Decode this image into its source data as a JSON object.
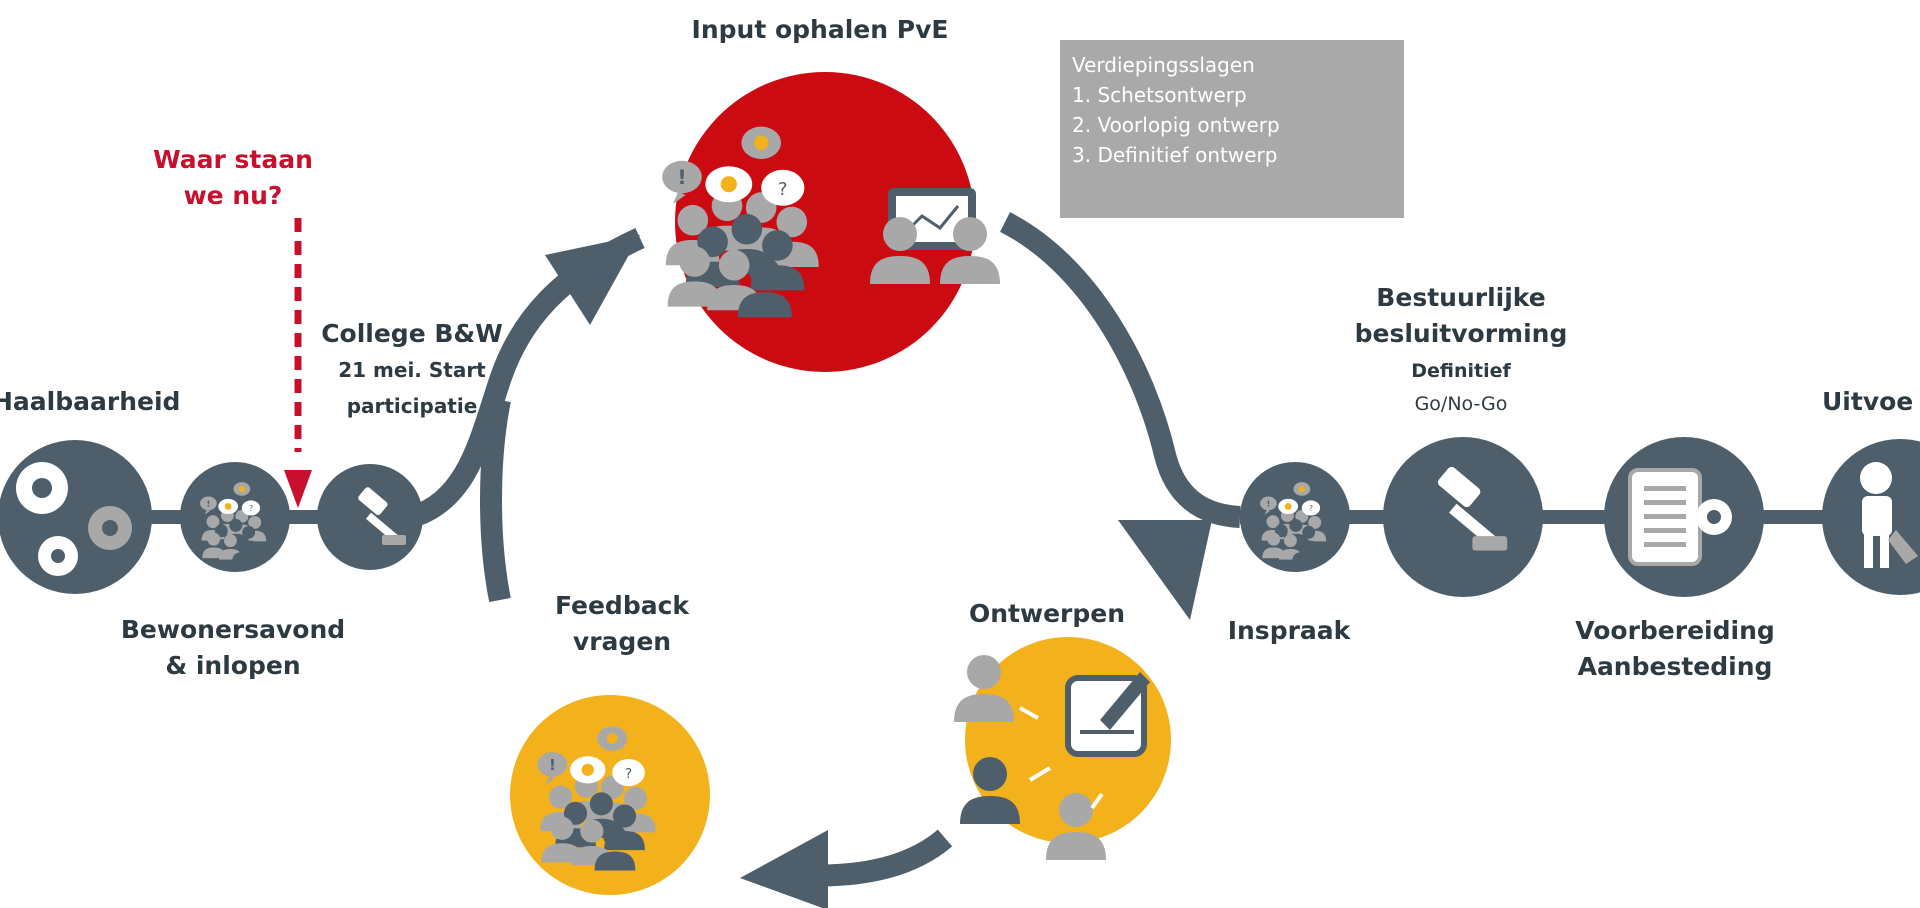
{
  "colors": {
    "slate": "#4e5f6b",
    "red": "#cc0a12",
    "yellow": "#f3b11c",
    "gray_person": "#a8a8a8",
    "dark_person": "#4e5f6b",
    "marker_red": "#c8102e"
  },
  "marker": {
    "line1": "Waar staan",
    "line2": "we nu?"
  },
  "labels": {
    "haalbaarheid": "Haalbaarheid",
    "bewonersavond_1": "Bewonersavond",
    "bewonersavond_2": "& inlopen",
    "college_title": "College B&W",
    "college_sub1": "21 mei. Start",
    "college_sub2": "participatie",
    "input_title": "Input ophalen PvE",
    "feedback_1": "Feedback",
    "feedback_2": "vragen",
    "ontwerpen": "Ontwerpen",
    "bestuurlijke_1": "Bestuurlijke",
    "bestuurlijke_2": "besluitvorming",
    "bestuurlijke_sub1": "Definitief",
    "bestuurlijke_sub2": "Go/No-Go",
    "inspraak": "Inspraak",
    "voorbereiding_1": "Voorbereiding",
    "voorbereiding_2": "Aanbesteding",
    "uitvoering": "Uitvoe"
  },
  "info_box": {
    "title": "Verdiepingsslagen",
    "items": [
      "1. Schetsontwerp",
      "2. Voorlopig ontwerp",
      "3. Definitief ontwerp"
    ]
  },
  "icons": {
    "haalbaarheid": "gears-icon",
    "bewonersavond": "crowd-speech-icon",
    "college": "gavel-icon",
    "input": "crowd-presentation-icon",
    "feedback": "crowd-speech-icon",
    "ontwerpen": "design-sketch-icon",
    "inspraak": "crowd-speech-icon",
    "bestuurlijke": "gavel-icon",
    "voorbereiding": "document-gear-icon",
    "uitvoering": "construction-worker-icon"
  }
}
